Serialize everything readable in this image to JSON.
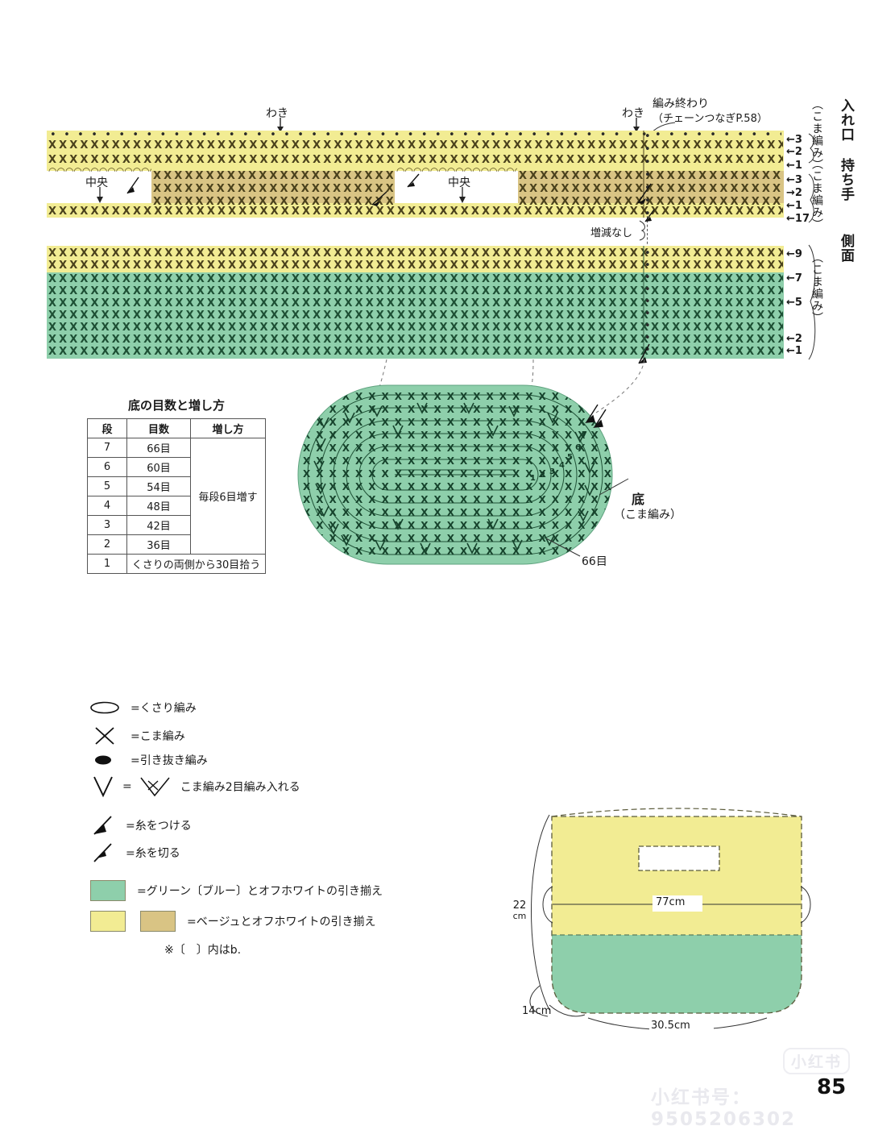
{
  "page": {
    "number": "85"
  },
  "watermark": {
    "text": "小红书号：9505206302",
    "badge": "小红书"
  },
  "top_chart": {
    "labels": {
      "waki_left": "わき",
      "waki_right": "わき",
      "center_left": "中央",
      "center_right": "中央",
      "end_line1": "編み終わり",
      "end_line2": "（チェーンつなぎP.58）",
      "no_increase": "増減なし"
    },
    "bracket_groups": [
      {
        "name": "入れ口",
        "sub": "（こま編み）",
        "rows": [
          "3",
          "2",
          "1"
        ],
        "arrows": [
          "←",
          "←",
          "←"
        ]
      },
      {
        "name": "持ち手",
        "sub": "（こま編み）",
        "rows": [
          "3",
          "2",
          "1",
          "17"
        ],
        "arrows": [
          "←",
          "→",
          "←",
          "←"
        ]
      }
    ]
  },
  "side_chart": {
    "group": {
      "name": "側面",
      "sub": "（こま編み）"
    },
    "row_marks": [
      {
        "arrow": "←",
        "n": "9"
      },
      {
        "arrow": "←",
        "n": "7"
      },
      {
        "arrow": "←",
        "n": "5"
      },
      {
        "arrow": "←",
        "n": "2"
      },
      {
        "arrow": "←",
        "n": "1"
      }
    ]
  },
  "base_oval": {
    "label_line1": "底",
    "label_line2": "（こま編み）",
    "stitch_count": "66目",
    "round_numbers": [
      "1",
      "2",
      "3",
      "4",
      "5",
      "6",
      "7"
    ]
  },
  "counts_table": {
    "title": "底の目数と増し方",
    "headers": [
      "段",
      "目数",
      "増し方"
    ],
    "rows": [
      {
        "dan": "7",
        "me": "66目"
      },
      {
        "dan": "6",
        "me": "60目"
      },
      {
        "dan": "5",
        "me": "54目"
      },
      {
        "dan": "4",
        "me": "48目"
      },
      {
        "dan": "3",
        "me": "42目"
      },
      {
        "dan": "2",
        "me": "36目"
      }
    ],
    "increase_note": "毎段6目増す",
    "row1": {
      "dan": "1",
      "text": "くさりの両側から30目拾う"
    }
  },
  "legend": {
    "symbols": [
      {
        "icon": "chain-stitch-icon",
        "text": "=くさり編み"
      },
      {
        "icon": "single-crochet-icon",
        "text": "=こま編み"
      },
      {
        "icon": "slip-stitch-icon",
        "text": "=引き抜き編み"
      },
      {
        "icon": "two-sc-in-one-icon",
        "text": "こま編み2目編み入れる",
        "eq": "="
      },
      {
        "icon": "join-yarn-icon",
        "text": "=糸をつける"
      },
      {
        "icon": "cut-yarn-icon",
        "text": "=糸を切る"
      }
    ],
    "colors": [
      {
        "swatches": [
          "#8ecfab"
        ],
        "text": "=グリーン〔ブルー〕とオフホワイトの引き揃え"
      },
      {
        "swatches": [
          "#f2ec93",
          "#d9c484"
        ],
        "text": "=ベージュとオフホワイトの引き揃え"
      }
    ],
    "note": "※〔　〕内はb."
  },
  "bag": {
    "dimensions": {
      "height": "22",
      "height_unit": "cm",
      "width": "77cm",
      "depth": "14cm",
      "bottom_width": "30.5cm"
    },
    "colors": {
      "top": "#f2ec93",
      "bottom": "#8ecfab"
    }
  },
  "palette": {
    "green": "#8ecfab",
    "yellow": "#f2ec93",
    "tan": "#d9c484",
    "ink": "#1a1a1a"
  }
}
